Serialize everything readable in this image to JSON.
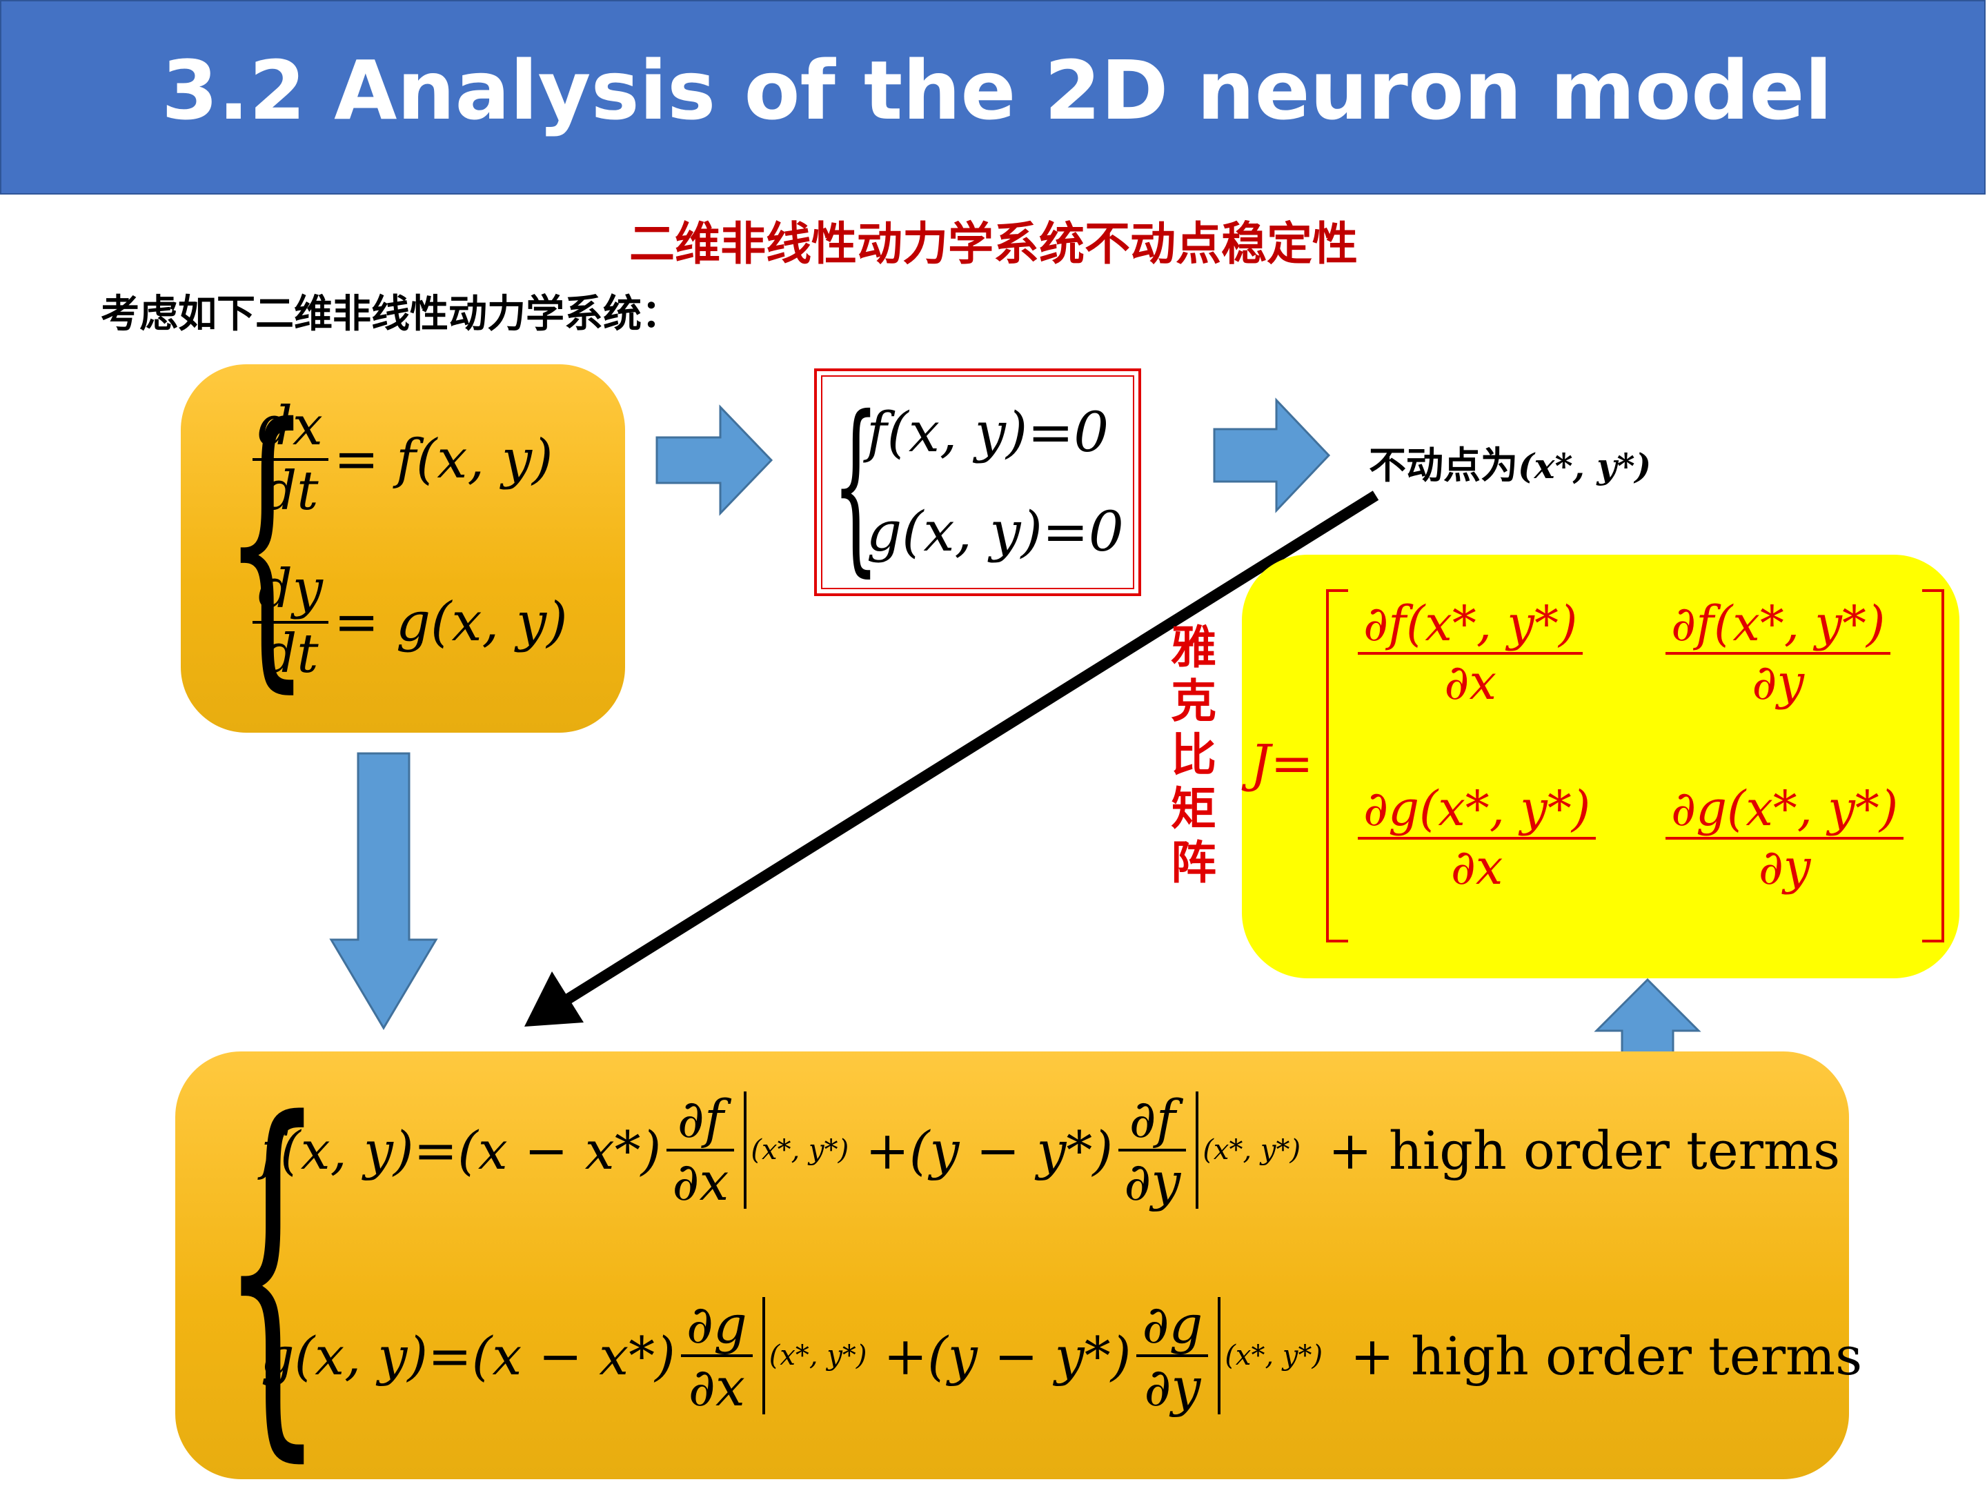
{
  "header": {
    "title": "3.2 Analysis of the 2D neuron model"
  },
  "subtitle": "二维非线性动力学系统不动点稳定性",
  "intro": "考虑如下二维非线性动力学系统：",
  "system": {
    "eq1_num": "dx",
    "eq1_den": "dt",
    "eq1_rhs": "= f(x, y)",
    "eq2_num": "dy",
    "eq2_den": "dt",
    "eq2_rhs": "= g(x, y)"
  },
  "zero_system": {
    "eq1": "f(x, y)=0",
    "eq2": "g(x, y)=0"
  },
  "fixed_point": {
    "label": "不动点为",
    "value": "(x*, y*)"
  },
  "jacobian_label": "雅克比矩阵",
  "jacobian": {
    "lhs": "J=",
    "a11_num": "∂f(x*, y*)",
    "a11_den": "∂x",
    "a12_num": "∂f(x*, y*)",
    "a12_den": "∂y",
    "a21_num": "∂g(x*, y*)",
    "a21_den": "∂x",
    "a22_num": "∂g(x*, y*)",
    "a22_den": "∂y"
  },
  "expansion": {
    "f_lhs": "f(x, y)=(x − x*)",
    "f_d1_num": "∂f",
    "f_d1_den": "∂x",
    "f_mid": "+(y − y*)",
    "f_d2_num": "∂f",
    "f_d2_den": "∂y",
    "g_lhs": "g(x, y)=(x − x*)",
    "g_d1_num": "∂g",
    "g_d1_den": "∂x",
    "g_mid": "+(y − y*)",
    "g_d2_num": "∂g",
    "g_d2_den": "∂y",
    "eval_point": "(x*, y*)",
    "tail": "+ high order terms"
  },
  "colors": {
    "header": "#4472c4",
    "accent_red": "#e00000",
    "orange_panel": "#f2b413",
    "yellow_panel": "#ffff00",
    "arrow_blue": "#5b9bd5"
  }
}
